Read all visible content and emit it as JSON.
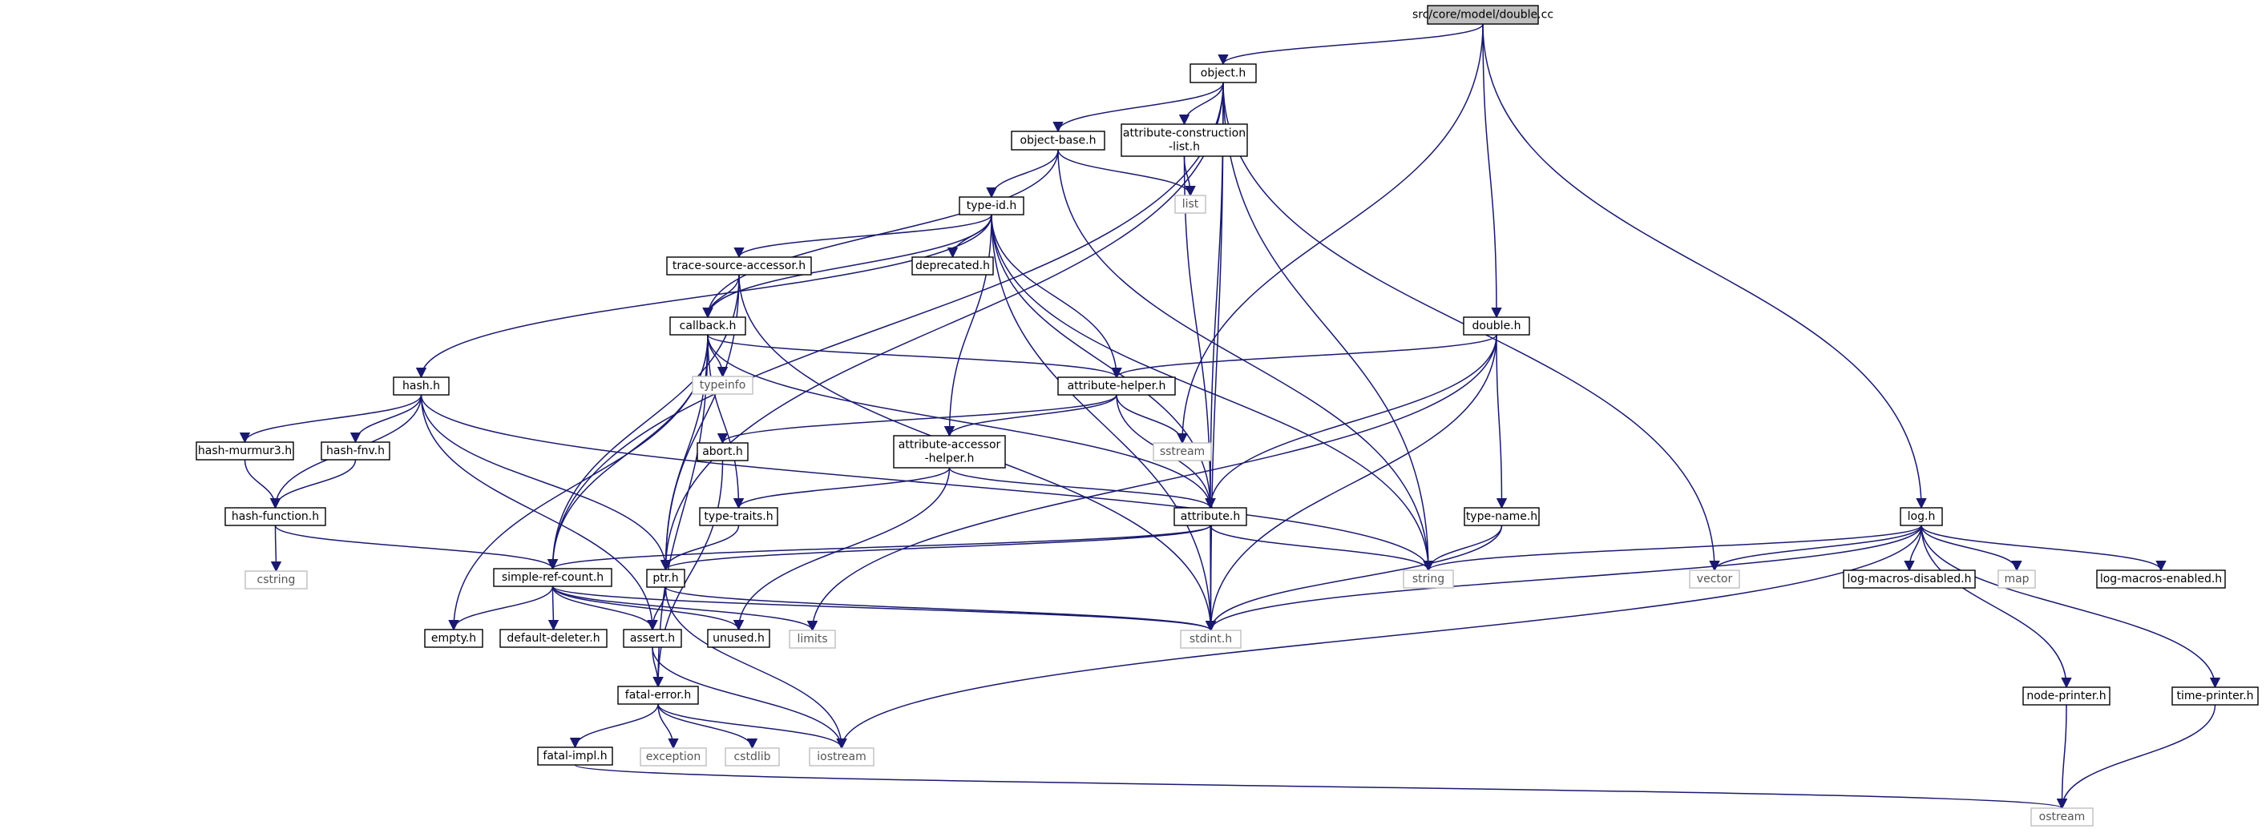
{
  "colors": {
    "edge": "#191970",
    "root_fill": "#bfbfbf",
    "system_border": "#bfbfbf",
    "node_border": "#000000"
  },
  "nodes": [
    {
      "id": "double-cc",
      "lines": [
        "src/core/model/double.cc"
      ],
      "kind": "root"
    },
    {
      "id": "object-h",
      "lines": [
        "object.h"
      ],
      "kind": "header"
    },
    {
      "id": "object-base-h",
      "lines": [
        "object-base.h"
      ],
      "kind": "header"
    },
    {
      "id": "attribute-construction-list-h",
      "lines": [
        "attribute-construction",
        "-list.h"
      ],
      "kind": "header"
    },
    {
      "id": "list",
      "lines": [
        "list"
      ],
      "kind": "system"
    },
    {
      "id": "type-id-h",
      "lines": [
        "type-id.h"
      ],
      "kind": "header"
    },
    {
      "id": "trace-source-accessor-h",
      "lines": [
        "trace-source-accessor.h"
      ],
      "kind": "header"
    },
    {
      "id": "deprecated-h",
      "lines": [
        "deprecated.h"
      ],
      "kind": "header"
    },
    {
      "id": "callback-h",
      "lines": [
        "callback.h"
      ],
      "kind": "header"
    },
    {
      "id": "typeinfo",
      "lines": [
        "typeinfo"
      ],
      "kind": "system"
    },
    {
      "id": "hash-h",
      "lines": [
        "hash.h"
      ],
      "kind": "header"
    },
    {
      "id": "hash-murmur3-h",
      "lines": [
        "hash-murmur3.h"
      ],
      "kind": "header"
    },
    {
      "id": "hash-fnv-h",
      "lines": [
        "hash-fnv.h"
      ],
      "kind": "header"
    },
    {
      "id": "hash-function-h",
      "lines": [
        "hash-function.h"
      ],
      "kind": "header"
    },
    {
      "id": "cstring",
      "lines": [
        "cstring"
      ],
      "kind": "system"
    },
    {
      "id": "attribute-helper-h",
      "lines": [
        "attribute-helper.h"
      ],
      "kind": "header"
    },
    {
      "id": "sstream",
      "lines": [
        "sstream"
      ],
      "kind": "system"
    },
    {
      "id": "abort-h",
      "lines": [
        "abort.h"
      ],
      "kind": "header"
    },
    {
      "id": "attribute-accessor-helper-h",
      "lines": [
        "attribute-accessor",
        "-helper.h"
      ],
      "kind": "header"
    },
    {
      "id": "type-traits-h",
      "lines": [
        "type-traits.h"
      ],
      "kind": "header"
    },
    {
      "id": "attribute-h",
      "lines": [
        "attribute.h"
      ],
      "kind": "header"
    },
    {
      "id": "double-h",
      "lines": [
        "double.h"
      ],
      "kind": "header"
    },
    {
      "id": "type-name-h",
      "lines": [
        "type-name.h"
      ],
      "kind": "header"
    },
    {
      "id": "simple-ref-count-h",
      "lines": [
        "simple-ref-count.h"
      ],
      "kind": "header"
    },
    {
      "id": "ptr-h",
      "lines": [
        "ptr.h"
      ],
      "kind": "header"
    },
    {
      "id": "string",
      "lines": [
        "string"
      ],
      "kind": "system"
    },
    {
      "id": "empty-h",
      "lines": [
        "empty.h"
      ],
      "kind": "header"
    },
    {
      "id": "default-deleter-h",
      "lines": [
        "default-deleter.h"
      ],
      "kind": "header"
    },
    {
      "id": "assert-h",
      "lines": [
        "assert.h"
      ],
      "kind": "header"
    },
    {
      "id": "unused-h",
      "lines": [
        "unused.h"
      ],
      "kind": "header"
    },
    {
      "id": "limits",
      "lines": [
        "limits"
      ],
      "kind": "system"
    },
    {
      "id": "stdint-h",
      "lines": [
        "stdint.h"
      ],
      "kind": "system"
    },
    {
      "id": "log-h",
      "lines": [
        "log.h"
      ],
      "kind": "header"
    },
    {
      "id": "vector",
      "lines": [
        "vector"
      ],
      "kind": "system"
    },
    {
      "id": "log-macros-disabled-h",
      "lines": [
        "log-macros-disabled.h"
      ],
      "kind": "header"
    },
    {
      "id": "map",
      "lines": [
        "map"
      ],
      "kind": "system"
    },
    {
      "id": "log-macros-enabled-h",
      "lines": [
        "log-macros-enabled.h"
      ],
      "kind": "header"
    },
    {
      "id": "node-printer-h",
      "lines": [
        "node-printer.h"
      ],
      "kind": "header"
    },
    {
      "id": "time-printer-h",
      "lines": [
        "time-printer.h"
      ],
      "kind": "header"
    },
    {
      "id": "fatal-error-h",
      "lines": [
        "fatal-error.h"
      ],
      "kind": "header"
    },
    {
      "id": "fatal-impl-h",
      "lines": [
        "fatal-impl.h"
      ],
      "kind": "header"
    },
    {
      "id": "exception",
      "lines": [
        "exception"
      ],
      "kind": "system"
    },
    {
      "id": "cstdlib",
      "lines": [
        "cstdlib"
      ],
      "kind": "system"
    },
    {
      "id": "iostream",
      "lines": [
        "iostream"
      ],
      "kind": "system"
    },
    {
      "id": "ostream",
      "lines": [
        "ostream"
      ],
      "kind": "system"
    }
  ],
  "edges": [
    [
      "double-cc",
      "object-h"
    ],
    [
      "double-cc",
      "double-h"
    ],
    [
      "double-cc",
      "sstream"
    ],
    [
      "double-cc",
      "log-h"
    ],
    [
      "object-h",
      "object-base-h"
    ],
    [
      "object-h",
      "attribute-construction-list-h"
    ],
    [
      "object-h",
      "ptr-h"
    ],
    [
      "object-h",
      "attribute-h"
    ],
    [
      "object-h",
      "simple-ref-count-h"
    ],
    [
      "object-h",
      "string"
    ],
    [
      "object-h",
      "stdint-h"
    ],
    [
      "object-h",
      "vector"
    ],
    [
      "object-base-h",
      "type-id-h"
    ],
    [
      "object-base-h",
      "callback-h"
    ],
    [
      "object-base-h",
      "list"
    ],
    [
      "object-base-h",
      "string"
    ],
    [
      "attribute-construction-list-h",
      "list"
    ],
    [
      "attribute-construction-list-h",
      "attribute-h"
    ],
    [
      "type-id-h",
      "trace-source-accessor-h"
    ],
    [
      "type-id-h",
      "deprecated-h"
    ],
    [
      "type-id-h",
      "callback-h"
    ],
    [
      "type-id-h",
      "hash-h"
    ],
    [
      "type-id-h",
      "attribute-helper-h"
    ],
    [
      "type-id-h",
      "attribute-accessor-helper-h"
    ],
    [
      "type-id-h",
      "attribute-h"
    ],
    [
      "type-id-h",
      "stdint-h"
    ],
    [
      "type-id-h",
      "string"
    ],
    [
      "trace-source-accessor-h",
      "callback-h"
    ],
    [
      "trace-source-accessor-h",
      "ptr-h"
    ],
    [
      "trace-source-accessor-h",
      "simple-ref-count-h"
    ],
    [
      "trace-source-accessor-h",
      "stdint-h"
    ],
    [
      "callback-h",
      "typeinfo"
    ],
    [
      "callback-h",
      "attribute-helper-h"
    ],
    [
      "callback-h",
      "type-traits-h"
    ],
    [
      "callback-h",
      "ptr-h"
    ],
    [
      "callback-h",
      "simple-ref-count-h"
    ],
    [
      "callback-h",
      "attribute-h"
    ],
    [
      "callback-h",
      "fatal-error-h"
    ],
    [
      "callback-h",
      "empty-h"
    ],
    [
      "hash-h",
      "hash-murmur3-h"
    ],
    [
      "hash-h",
      "hash-fnv-h"
    ],
    [
      "hash-h",
      "hash-function-h"
    ],
    [
      "hash-h",
      "ptr-h"
    ],
    [
      "hash-h",
      "assert-h"
    ],
    [
      "hash-h",
      "string"
    ],
    [
      "hash-murmur3-h",
      "hash-function-h"
    ],
    [
      "hash-fnv-h",
      "hash-function-h"
    ],
    [
      "hash-function-h",
      "cstring"
    ],
    [
      "hash-function-h",
      "simple-ref-count-h"
    ],
    [
      "attribute-helper-h",
      "abort-h"
    ],
    [
      "attribute-helper-h",
      "attribute-accessor-helper-h"
    ],
    [
      "attribute-helper-h",
      "sstream"
    ],
    [
      "attribute-helper-h",
      "attribute-h"
    ],
    [
      "abort-h",
      "fatal-error-h"
    ],
    [
      "attribute-accessor-helper-h",
      "type-traits-h"
    ],
    [
      "attribute-accessor-helper-h",
      "attribute-h"
    ],
    [
      "attribute-accessor-helper-h",
      "unused-h"
    ],
    [
      "type-traits-h",
      "ptr-h"
    ],
    [
      "attribute-h",
      "simple-ref-count-h"
    ],
    [
      "attribute-h",
      "ptr-h"
    ],
    [
      "attribute-h",
      "string"
    ],
    [
      "attribute-h",
      "stdint-h"
    ],
    [
      "double-h",
      "attribute-helper-h"
    ],
    [
      "double-h",
      "attribute-h"
    ],
    [
      "double-h",
      "type-name-h"
    ],
    [
      "double-h",
      "limits"
    ],
    [
      "double-h",
      "stdint-h"
    ],
    [
      "type-name-h",
      "string"
    ],
    [
      "type-name-h",
      "stdint-h"
    ],
    [
      "simple-ref-count-h",
      "empty-h"
    ],
    [
      "simple-ref-count-h",
      "default-deleter-h"
    ],
    [
      "simple-ref-count-h",
      "assert-h"
    ],
    [
      "simple-ref-count-h",
      "unused-h"
    ],
    [
      "simple-ref-count-h",
      "limits"
    ],
    [
      "simple-ref-count-h",
      "stdint-h"
    ],
    [
      "ptr-h",
      "assert-h"
    ],
    [
      "ptr-h",
      "iostream"
    ],
    [
      "ptr-h",
      "stdint-h"
    ],
    [
      "assert-h",
      "fatal-error-h"
    ],
    [
      "assert-h",
      "iostream"
    ],
    [
      "fatal-error-h",
      "fatal-impl-h"
    ],
    [
      "fatal-error-h",
      "exception"
    ],
    [
      "fatal-error-h",
      "cstdlib"
    ],
    [
      "fatal-error-h",
      "iostream"
    ],
    [
      "fatal-impl-h",
      "ostream"
    ],
    [
      "log-h",
      "string"
    ],
    [
      "log-h",
      "vector"
    ],
    [
      "log-h",
      "log-macros-disabled-h"
    ],
    [
      "log-h",
      "map"
    ],
    [
      "log-h",
      "log-macros-enabled-h"
    ],
    [
      "log-h",
      "node-printer-h"
    ],
    [
      "log-h",
      "time-printer-h"
    ],
    [
      "log-h",
      "iostream"
    ],
    [
      "log-h",
      "stdint-h"
    ],
    [
      "node-printer-h",
      "ostream"
    ],
    [
      "time-printer-h",
      "ostream"
    ]
  ]
}
